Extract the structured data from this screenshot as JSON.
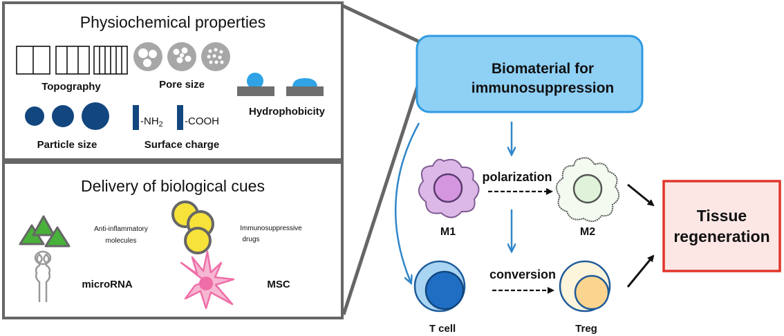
{
  "panels": {
    "physio": {
      "title": "Physiochemical properties",
      "topography": "Topography",
      "pore_size": "Pore size",
      "hydrophobicity": "Hydrophobicity",
      "particle_size": "Particle size",
      "surface_charge": "Surface charge",
      "nh2": "-NH",
      "nh2_sub": "2",
      "cooh": "-COOH"
    },
    "delivery": {
      "title": "Delivery of biological cues",
      "anti_inflammatory_1": "Anti-inflammatory",
      "anti_inflammatory_2": "molecules",
      "immunosuppressive_1": "Immunosuppressive",
      "immunosuppressive_2": "drugs",
      "microrna": "microRNA",
      "msc": "MSC"
    }
  },
  "biomaterial": {
    "line1": "Biomaterial for",
    "line2": "immunosuppression"
  },
  "cells": {
    "m1": "M1",
    "m2": "M2",
    "tcell": "T cell",
    "treg": "Treg",
    "polarization": "polarization",
    "conversion": "conversion"
  },
  "outcome": {
    "line1": "Tissue",
    "line2": "regeneration"
  },
  "colors": {
    "blue_box": "#8fd0f5",
    "dark_blue": "#12467e",
    "arrow_blue": "#2f86c9",
    "red_border": "#e0352b",
    "pink_fill": "#fde7e5",
    "green": "#48b13a",
    "yellow": "#f7e23a",
    "m1_fill": "#dcb8e6",
    "m2_fill": "#e9f7e6",
    "msc_pink": "#ef6ea8"
  }
}
